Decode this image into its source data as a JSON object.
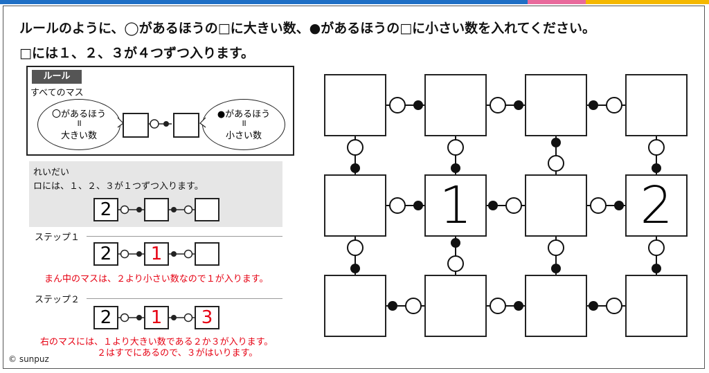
{
  "instructions": {
    "line1": "ルールのように、◯があるほうの□に大きい数、●があるほうの□に小さい数を入れてください。",
    "line2": "□には１、２、３が４つずつ入ります。"
  },
  "rule": {
    "tag": "ルール",
    "caption": "すべてのマス",
    "left_bubble": {
      "l1": "〇があるほう",
      "l2": "॥",
      "l3": "大きい数"
    },
    "right_bubble": {
      "l1": "●があるほう",
      "l2": "॥",
      "l3": "小さい数"
    }
  },
  "example": {
    "title": "れいだい",
    "desc": "ロには、１、２、３が１つずつ入ります。",
    "row": [
      "2",
      "",
      ""
    ],
    "step1_label": "ステップ１",
    "step1_row": [
      "2",
      "1",
      ""
    ],
    "step1_note": "まん中のマスは、２より小さい数なので１が入ります。",
    "step2_label": "ステップ２",
    "step2_row": [
      "2",
      "1",
      "3"
    ],
    "step2_note1": "右のマスには、１より大きい数である２か３が入ります。",
    "step2_note2": "２はすでにあるので、３がはいります。"
  },
  "puzzle": {
    "grid": [
      [
        "",
        "",
        "",
        ""
      ],
      [
        "",
        "1",
        "",
        "2"
      ],
      [
        "",
        "",
        "",
        ""
      ]
    ],
    "h_connectors": [
      [
        "open-left",
        "open-left",
        "filled-left"
      ],
      [
        "open-left",
        "filled-left",
        "open-left"
      ],
      [
        "filled-left",
        "open-left",
        "filled-left"
      ]
    ],
    "v_connectors": [
      [
        "open-top",
        "open-top",
        "filled-top",
        "open-top"
      ],
      [
        "open-top",
        "filled-top",
        "open-top",
        "open-top"
      ]
    ]
  },
  "footer": "© sunpuz",
  "colors": {
    "accent_red": "#e60012",
    "bar_blue": "#1f6fc5",
    "bar_pink": "#e96a9c",
    "bar_yellow": "#f5b800"
  }
}
